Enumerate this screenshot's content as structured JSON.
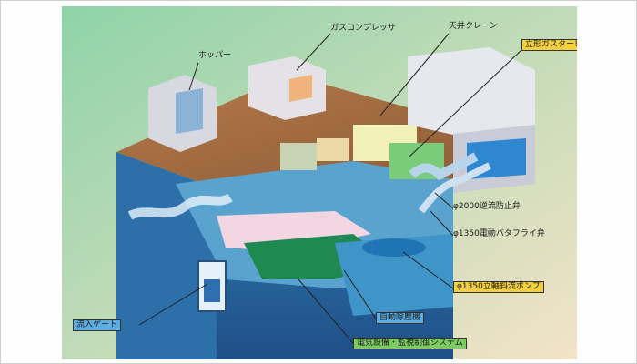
{
  "labels": {
    "hopper": "ホッパー",
    "gas_compressor": "ガスコンプレッサ",
    "ceiling_crane": "天井クレーン",
    "vertical_gas_turbine": "立形ガスタービン",
    "check_valve_2000": "φ2000逆流防止弁",
    "butterfly_valve_1350": "φ1350電動バタフライ弁",
    "pump_1350": "φ1350立軸斜流ポンプ",
    "inflow_gate": "流入ゲート",
    "screen": "自動除塵機",
    "electrical_system": "電気設備・監視制御システム"
  },
  "colors": {
    "label_yellow": "#f4d03f",
    "label_blue": "#5dade2",
    "label_green": "#7ccc63"
  }
}
